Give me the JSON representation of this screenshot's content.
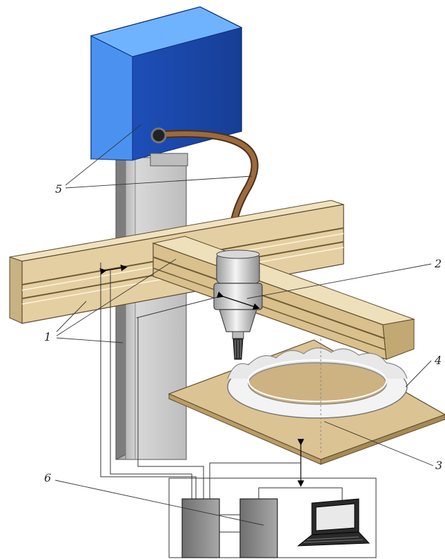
{
  "labels": {
    "column_guides": "1",
    "laser_head": "2",
    "work_table": "3",
    "workpiece": "4",
    "laser_source": "5",
    "control_unit": "6"
  },
  "colors": {
    "laser_box": "#3f7fd6",
    "beam_wood": "#e3cfa4",
    "column": "#c9c9c9",
    "table": "#dcc394",
    "fiber_cable": "#7a5230",
    "unit_gray": "#8a8a8a"
  }
}
